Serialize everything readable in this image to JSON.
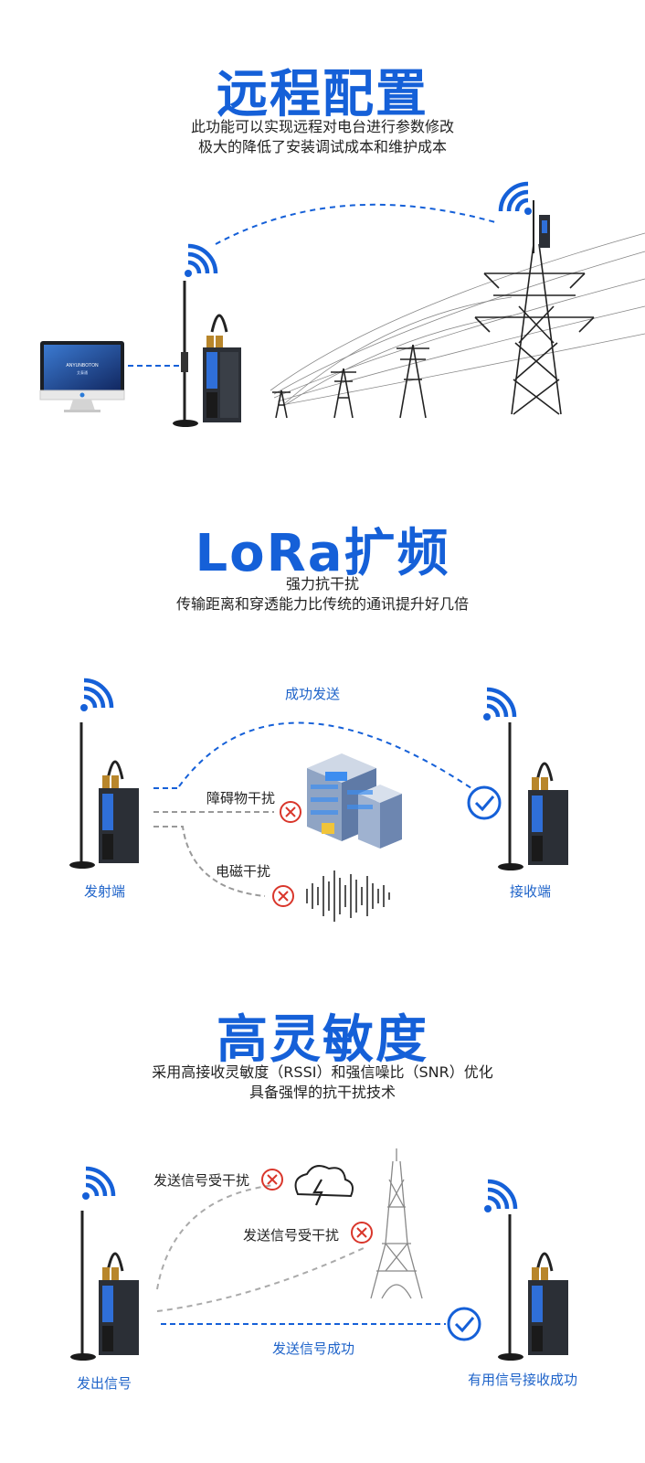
{
  "section1": {
    "title": "远程配置",
    "subtitle_line1": "此功能可以实现远程对电台进行参数修改",
    "subtitle_line2": "极大的降低了安装调试成本和维护成本",
    "monitor_brand": "ANYUNBOTON",
    "monitor_brand_sub": "艾泰通"
  },
  "section2": {
    "title": "LoRa扩频",
    "subtitle_line1": "强力抗干扰",
    "subtitle_line2": "传输距离和穿透能力比传统的通讯提升好几倍",
    "success_label": "成功发送",
    "obstacle_label": "障碍物干扰",
    "em_label": "电磁干扰",
    "sender_label": "发射端",
    "receiver_label": "接收端"
  },
  "section3": {
    "title": "高灵敏度",
    "subtitle_line1": "采用高接收灵敏度（RSSI）和强信噪比（SNR）优化",
    "subtitle_line2": "具备强悍的抗干扰技术",
    "interfere_label_1": "发送信号受干扰",
    "interfere_label_2": "发送信号受干扰",
    "success_label": "发送信号成功",
    "sender_label": "发出信号",
    "receiver_label": "有用信号接收成功"
  },
  "colors": {
    "accent": "#1560d8",
    "label_blue": "#1e63c9",
    "error_red": "#d9362b",
    "device_dark": "#2b2f36"
  }
}
